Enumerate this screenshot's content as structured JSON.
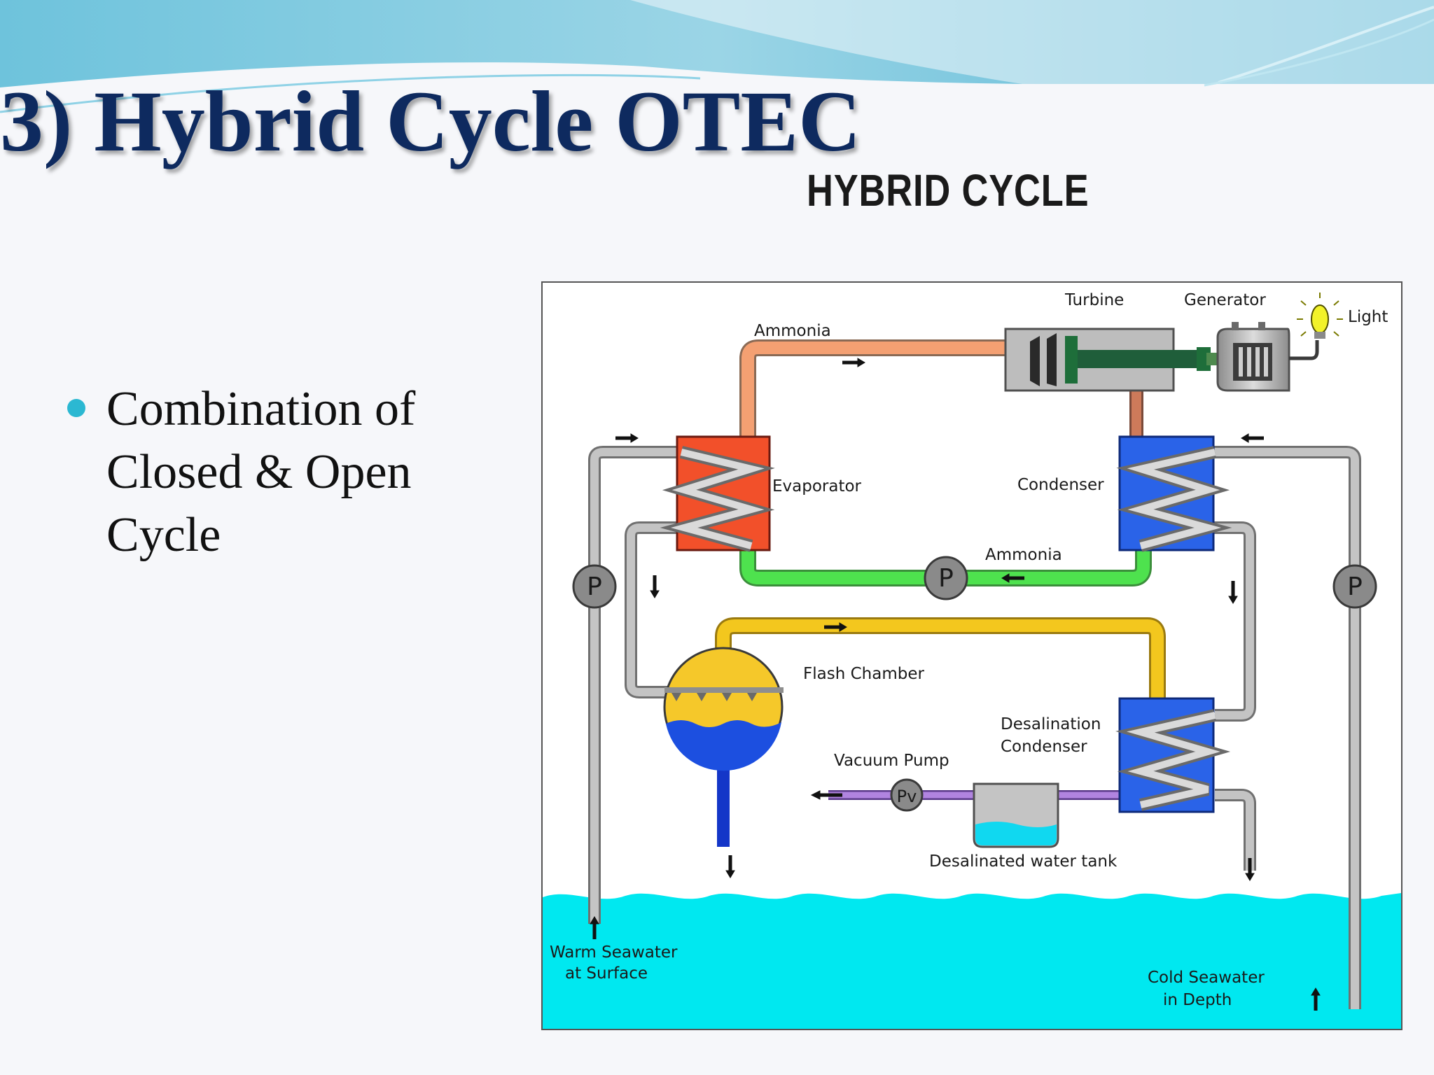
{
  "slide": {
    "title": "3) Hybrid Cycle OTEC",
    "bullets": [
      "Combination of Closed & Open Cycle"
    ]
  },
  "diagram": {
    "heading": "HYBRID CYCLE",
    "labels": {
      "turbine": "Turbine",
      "generator": "Generator",
      "light": "Light",
      "ammonia_top": "Ammonia",
      "evaporator": "Evaporator",
      "condenser": "Condenser",
      "ammonia_bottom": "Ammonia",
      "flash_chamber": "Flash Chamber",
      "desal_condenser_1": "Desalination",
      "desal_condenser_2": "Condenser",
      "vacuum_pump": "Vacuum Pump",
      "desal_tank": "Desalinated water tank",
      "warm_seawater_1": "Warm Seawater",
      "warm_seawater_2": "at Surface",
      "cold_seawater_1": "Cold Seawater",
      "cold_seawater_2": "in Depth",
      "pump": "P",
      "vacuum_pump_symbol": "Pv"
    },
    "colors": {
      "ammonia_vapor": "#f4a072",
      "ammonia_liquid": "#4ee24e",
      "warm_water_pipe": "#b9b9b9",
      "steam_pipe": "#f3c71e",
      "vacuum_line": "#a874d8",
      "evaporator": "#f2502a",
      "condenser": "#2a63e8",
      "ocean": "#00e8f0",
      "flash_chamber": "#f5c82a",
      "flash_water": "#1c4fe0"
    }
  }
}
